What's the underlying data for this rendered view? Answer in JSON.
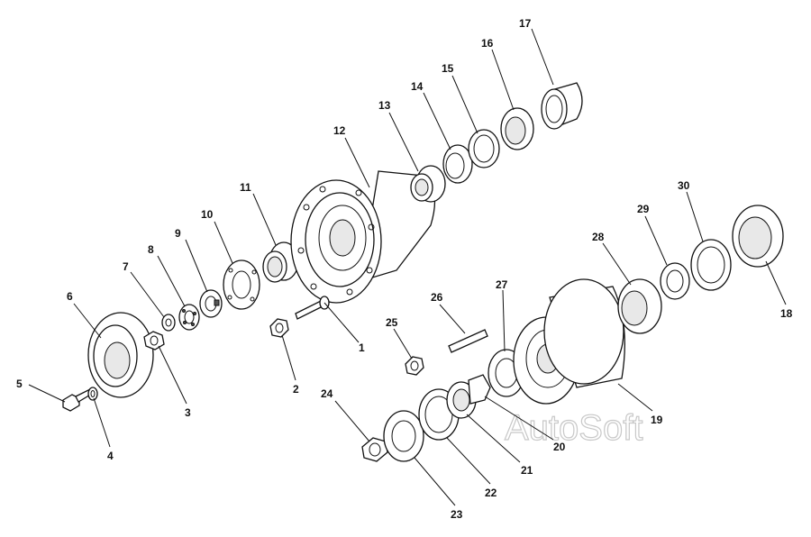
{
  "diagram": {
    "watermark": "AutoSoft",
    "callouts": [
      {
        "id": "c1",
        "label": "1"
      },
      {
        "id": "c2",
        "label": "2"
      },
      {
        "id": "c3",
        "label": "3"
      },
      {
        "id": "c4",
        "label": "4"
      },
      {
        "id": "c5",
        "label": "5"
      },
      {
        "id": "c6",
        "label": "6"
      },
      {
        "id": "c7",
        "label": "7"
      },
      {
        "id": "c8",
        "label": "8"
      },
      {
        "id": "c9",
        "label": "9"
      },
      {
        "id": "c10",
        "label": "10"
      },
      {
        "id": "c11",
        "label": "11"
      },
      {
        "id": "c12",
        "label": "12"
      },
      {
        "id": "c13",
        "label": "13"
      },
      {
        "id": "c14",
        "label": "14"
      },
      {
        "id": "c15",
        "label": "15"
      },
      {
        "id": "c16",
        "label": "16"
      },
      {
        "id": "c17",
        "label": "17"
      },
      {
        "id": "c18",
        "label": "18"
      },
      {
        "id": "c19",
        "label": "19"
      },
      {
        "id": "c20",
        "label": "20"
      },
      {
        "id": "c21",
        "label": "21"
      },
      {
        "id": "c22",
        "label": "22"
      },
      {
        "id": "c23",
        "label": "23"
      },
      {
        "id": "c24",
        "label": "24"
      },
      {
        "id": "c25",
        "label": "25"
      },
      {
        "id": "c26",
        "label": "26"
      },
      {
        "id": "c27",
        "label": "27"
      },
      {
        "id": "c28",
        "label": "28"
      },
      {
        "id": "c29",
        "label": "29"
      },
      {
        "id": "c30",
        "label": "30"
      }
    ]
  }
}
